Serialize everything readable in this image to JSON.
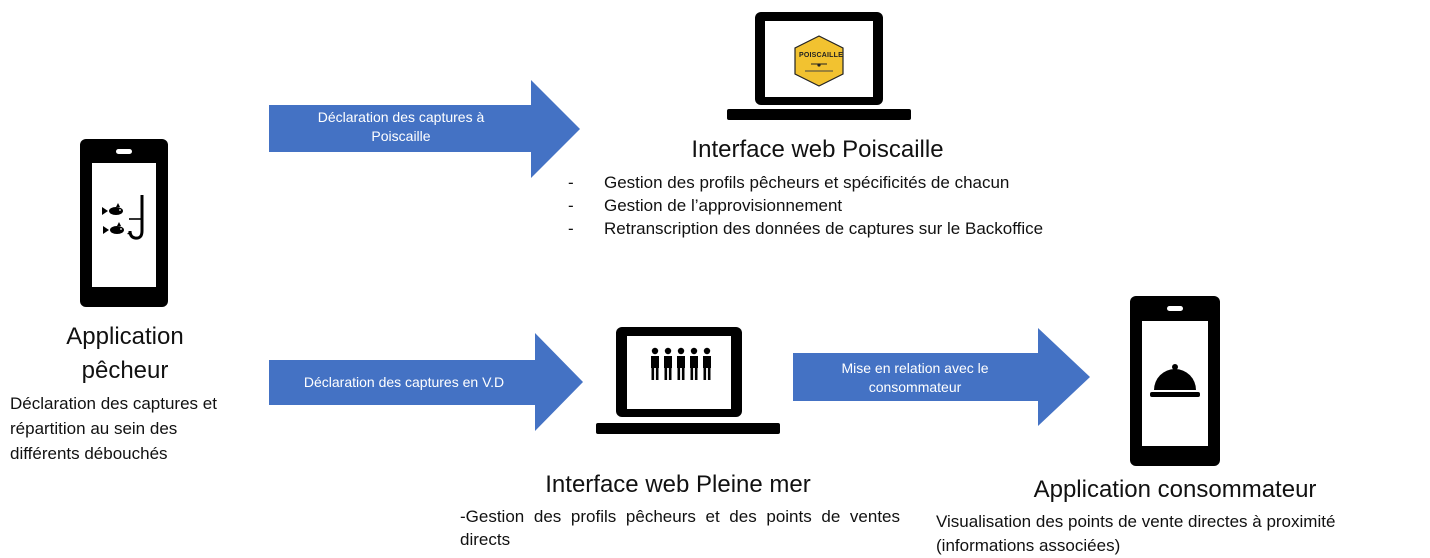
{
  "colors": {
    "arrow": "#4472C4",
    "device": "#000000",
    "logo_yellow": "#F2C230"
  },
  "icons": {
    "fisher_phone_screen": "fish-hook-icon",
    "poiscaille_laptop_screen": "poiscaille-logo",
    "pleine_mer_laptop_screen": "group-people-icon",
    "consumer_phone_screen": "serving-cloche-icon"
  },
  "arrows": {
    "poiscaille_declaration": "Déclaration des captures à Poiscaille",
    "direct_sale_declaration": "Déclaration des captures en V.D",
    "consumer_connection": "Mise en relation avec le consommateur"
  },
  "fisher_app": {
    "title_line1": "Application",
    "title_line2": "pêcheur",
    "description": "Déclaration des captures et répartition au sein des différents débouchés"
  },
  "poiscaille": {
    "logo_text": "POISCAILLE",
    "title": "Interface web Poiscaille",
    "items": [
      "Gestion des profils pêcheurs  et spécificités de chacun",
      "Gestion de l’approvisionnement",
      "Retranscription des données de captures  sur le Backoffice"
    ]
  },
  "pleine_mer": {
    "title": "Interface web Pleine mer",
    "description": "-Gestion des profils pêcheurs et des points de ventes directs"
  },
  "consumer_app": {
    "title": "Application consommateur",
    "description": "Visualisation des points de vente directes à proximité (informations associées)"
  }
}
